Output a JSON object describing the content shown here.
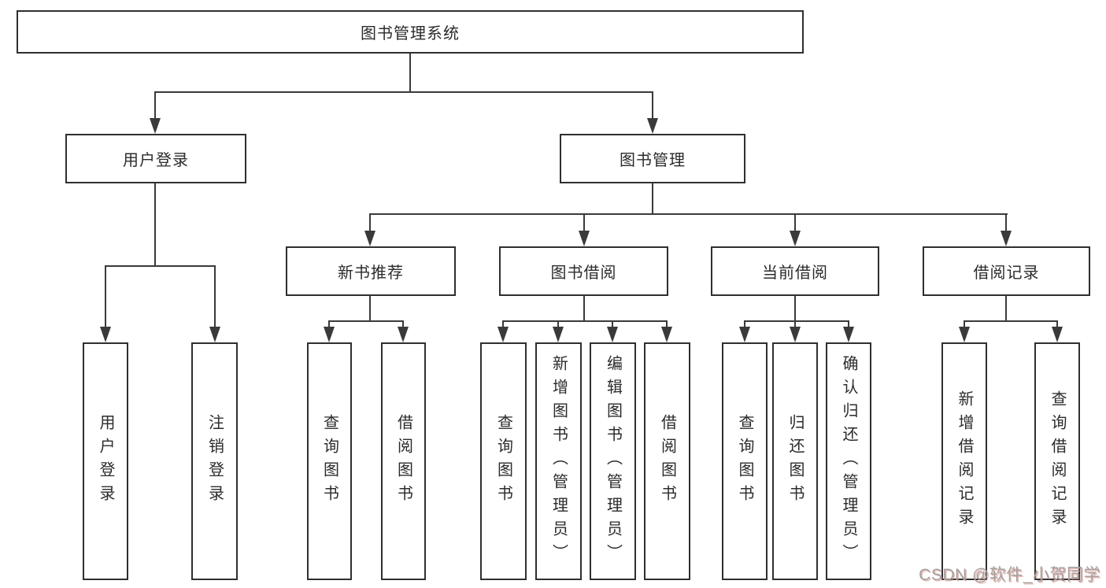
{
  "tree": {
    "label": "图书管理系统",
    "children": [
      {
        "label": "用户登录",
        "children": [
          {
            "label": "用户登录"
          },
          {
            "label": "注销登录"
          }
        ]
      },
      {
        "label": "图书管理",
        "children": [
          {
            "label": "新书推荐",
            "children": [
              {
                "label": "查询图书"
              },
              {
                "label": "借阅图书"
              }
            ]
          },
          {
            "label": "图书借阅",
            "children": [
              {
                "label": "查询图书"
              },
              {
                "label": "新增图书（管理员）"
              },
              {
                "label": "编辑图书（管理员）"
              },
              {
                "label": "借阅图书"
              }
            ]
          },
          {
            "label": "当前借阅",
            "children": [
              {
                "label": "查询图书"
              },
              {
                "label": "归还图书"
              },
              {
                "label": "确认归还（管理员）"
              }
            ]
          },
          {
            "label": "借阅记录",
            "children": [
              {
                "label": "新增借阅记录"
              },
              {
                "label": "查询借阅记录"
              }
            ]
          }
        ]
      }
    ]
  },
  "watermark": "CSDN @软件_小贺同学",
  "colors": {
    "line": "#3a3a3a",
    "border": "#2f2f2f",
    "text": "#2b2b2b",
    "wm": "#a2a2a2",
    "wmShadow": "rgba(216,125,115,0.55)"
  }
}
